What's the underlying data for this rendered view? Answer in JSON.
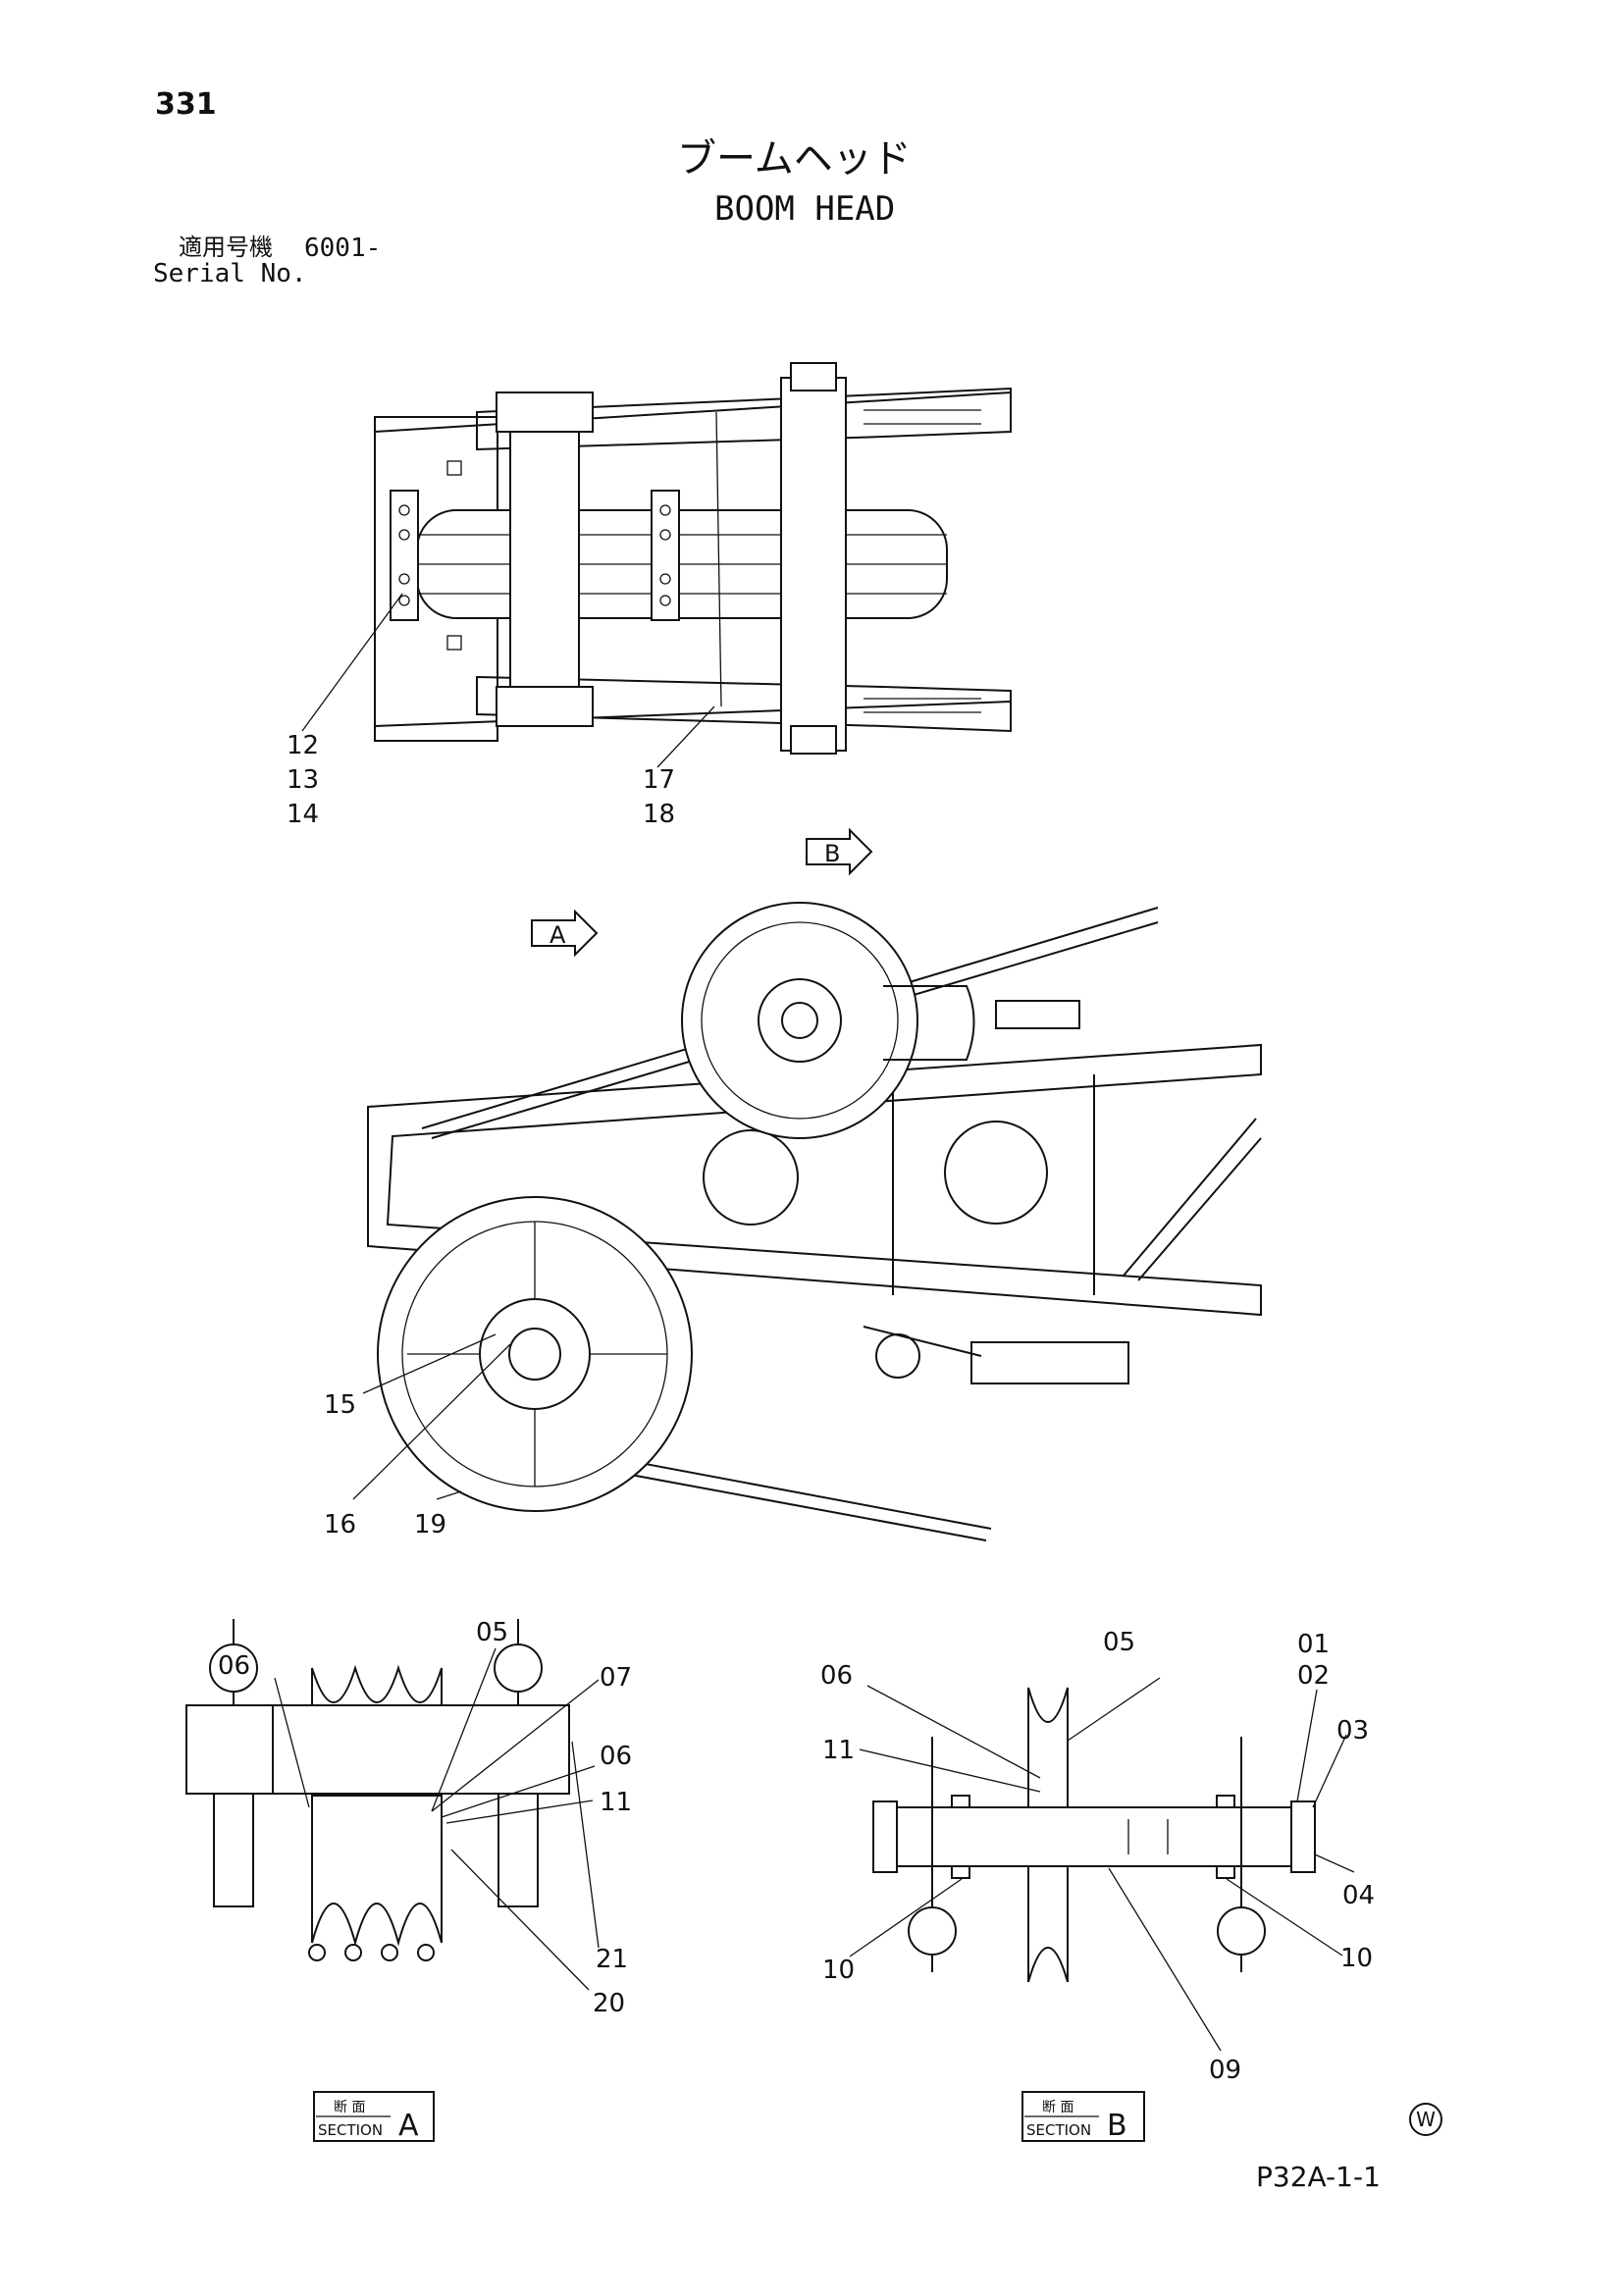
{
  "page": {
    "number": "331",
    "title_ja": "ブームヘッド",
    "title_en": "BOOM HEAD",
    "serial_label_ja": "適用号機",
    "serial_value": "6001-",
    "serial_label_en": "Serial No.",
    "drawing_code": "P32A-1-1",
    "circle_mark": "W"
  },
  "view_arrows": {
    "a": "A",
    "b": "B"
  },
  "part_labels": {
    "top_12": "12",
    "top_13": "13",
    "top_14": "14",
    "top_17": "17",
    "top_18": "18",
    "side_15": "15",
    "side_16": "16",
    "side_19": "19",
    "a_05": "05",
    "a_06_left": "06",
    "a_07": "07",
    "a_06_right": "06",
    "a_11": "11",
    "a_21": "21",
    "a_20": "20",
    "b_05": "05",
    "b_06": "06",
    "b_11": "11",
    "b_01": "01",
    "b_02": "02",
    "b_03": "03",
    "b_04": "04",
    "b_10_left": "10",
    "b_10_right": "10",
    "b_09": "09"
  },
  "section_tags": {
    "a": {
      "ja": "断 面",
      "en": "SECTION",
      "letter": "A"
    },
    "b": {
      "ja": "断 面",
      "en": "SECTION",
      "letter": "B"
    }
  }
}
